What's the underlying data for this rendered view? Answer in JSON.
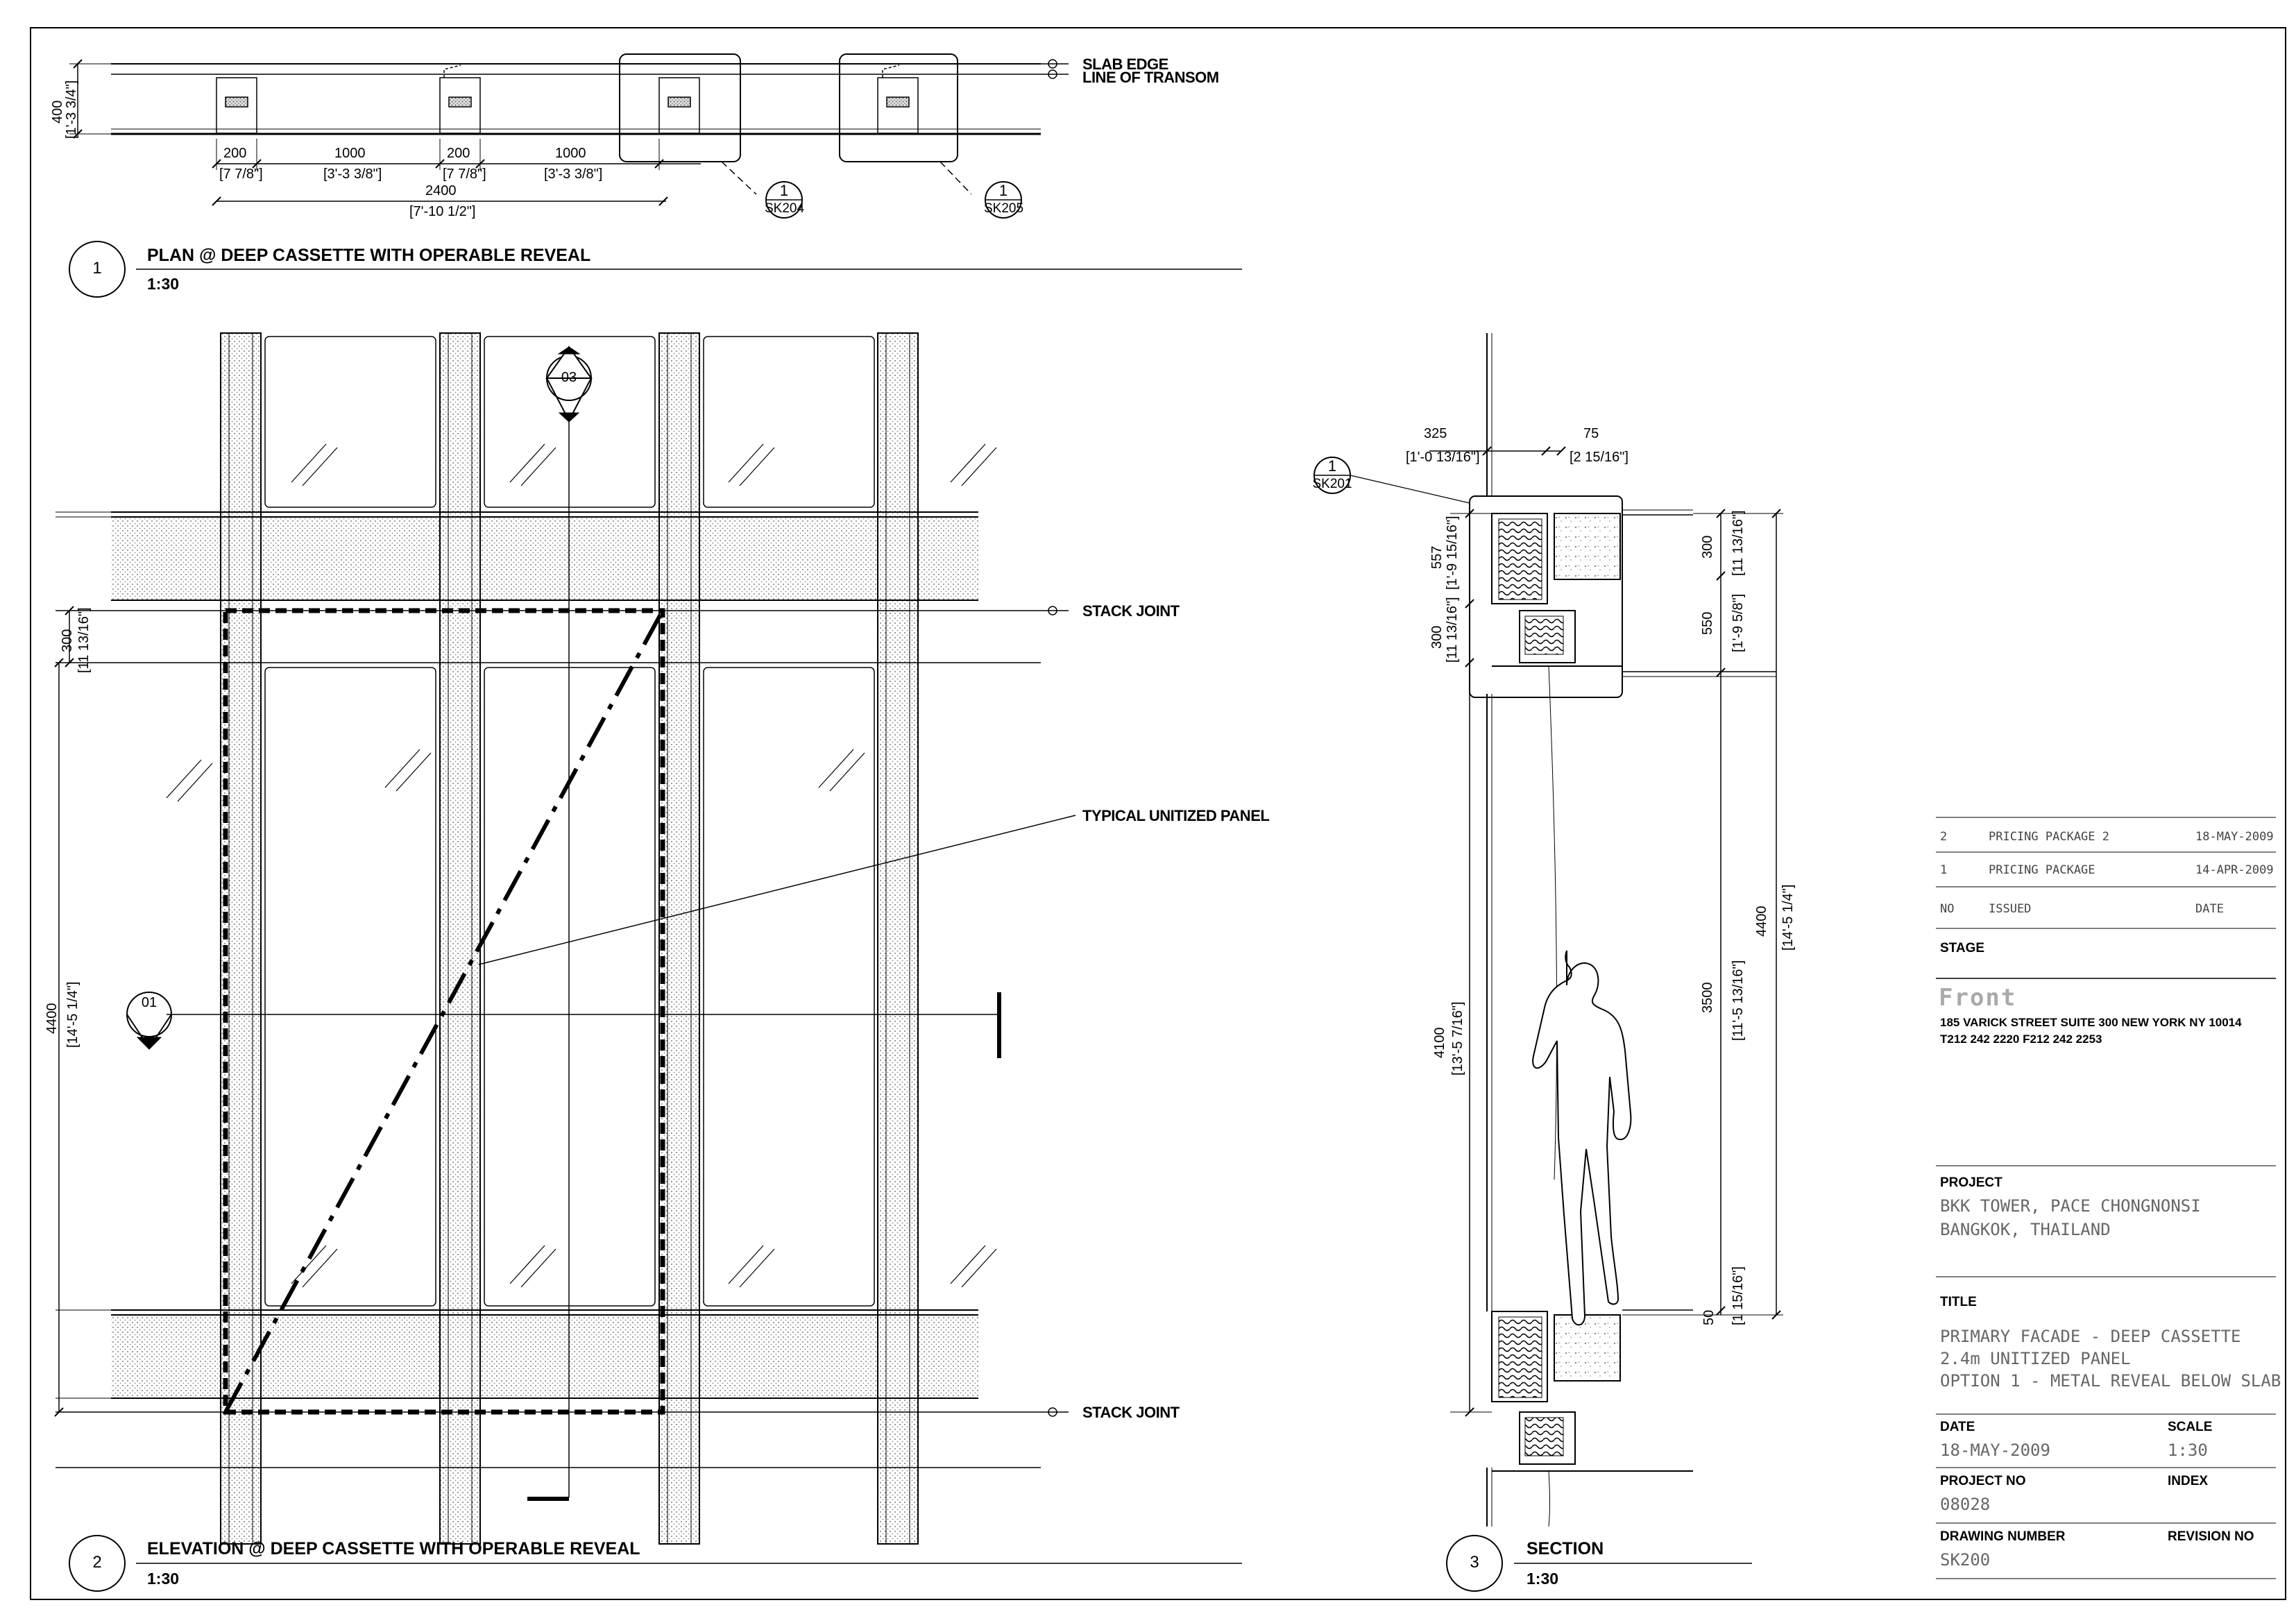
{
  "plan": {
    "bubble_no": "1",
    "title": "PLAN @ DEEP CASSETTE WITH OPERABLE REVEAL",
    "scale": "1:30",
    "labels": {
      "slab_edge": "SLAB EDGE",
      "line_of_transom": "LINE OF TRANSOM"
    },
    "dims": {
      "depth_mm": "400",
      "depth_imp": "[1'-3 3/4\"]",
      "d1_mm": "200",
      "d1_imp": "[7 7/8\"]",
      "d2_mm": "1000",
      "d2_imp": "[3'-3 3/8\"]",
      "d3_mm": "200",
      "d3_imp": "[7 7/8\"]",
      "d4_mm": "1000",
      "d4_imp": "[3'-3 3/8\"]",
      "total_mm": "2400",
      "total_imp": "[7'-10 1/2\"]"
    },
    "callouts": [
      {
        "num": "1",
        "sheet": "SK204"
      },
      {
        "num": "1",
        "sheet": "SK205"
      }
    ]
  },
  "elevation": {
    "bubble_no": "2",
    "title": "ELEVATION @ DEEP CASSETTE WITH OPERABLE REVEAL",
    "scale": "1:30",
    "labels": {
      "stack_joint_top": "STACK JOINT",
      "stack_joint_bottom": "STACK JOINT",
      "typical_panel": "TYPICAL UNITIZED PANEL"
    },
    "section_marks": {
      "top": "03",
      "left": "01"
    },
    "dims": {
      "spandrel_mm": "300",
      "spandrel_imp": "[11 13/16\"]",
      "height_mm": "4400",
      "height_imp": "[14'-5 1/4\"]"
    }
  },
  "section": {
    "bubble_no": "3",
    "title": "SECTION",
    "scale": "1:30",
    "callout": {
      "num": "1",
      "sheet": "SK201"
    },
    "dims": {
      "w1_mm": "325",
      "w1_imp": "[1'-0 13/16\"]",
      "w2_mm": "75",
      "w2_imp": "[2 15/16\"]",
      "l557_mm": "557",
      "l557_imp": "[1'-9 15/16\"]",
      "l300_mm": "300",
      "l300_imp": "[11 13/16\"]",
      "l4100_mm": "4100",
      "l4100_imp": "[13'-5 7/16\"]",
      "r300_mm": "300",
      "r300_imp": "[11 13/16\"]",
      "r550_mm": "550",
      "r550_imp": "[1'-9 5/8\"]",
      "r3500_mm": "3500",
      "r3500_imp": "[11'-5 13/16\"]",
      "r50_mm": "50",
      "r50_imp": "[1 15/16\"]",
      "r4400_mm": "4400",
      "r4400_imp": "[14'-5 1/4\"]"
    }
  },
  "title_block": {
    "revisions": [
      {
        "no": "2",
        "issued": "PRICING PACKAGE 2",
        "date": "18-MAY-2009"
      },
      {
        "no": "1",
        "issued": "PRICING PACKAGE",
        "date": "14-APR-2009"
      }
    ],
    "rev_headers": {
      "no": "NO",
      "issued": "ISSUED",
      "date": "DATE"
    },
    "stage_label": "STAGE",
    "firm": {
      "logo": "Front",
      "address1": "185 VARICK STREET SUITE 300 NEW YORK NY 10014",
      "address2": "T212 242 2220 F212 242 2253"
    },
    "project_label": "PROJECT",
    "project_line1": "BKK TOWER, PACE CHONGNONSI",
    "project_line2": "BANGKOK, THAILAND",
    "title_label": "TITLE",
    "title_line1": "PRIMARY FACADE - DEEP CASSETTE",
    "title_line2": "2.4m UNITIZED PANEL",
    "title_line3": "OPTION 1 - METAL REVEAL BELOW SLAB",
    "date_label": "DATE",
    "date_value": "18-MAY-2009",
    "scale_label": "SCALE",
    "scale_value": "1:30",
    "project_no_label": "PROJECT NO",
    "project_no_value": "08028",
    "index_label": "INDEX",
    "drawing_number_label": "DRAWING NUMBER",
    "drawing_number_value": "SK200",
    "revision_no_label": "REVISION NO"
  }
}
